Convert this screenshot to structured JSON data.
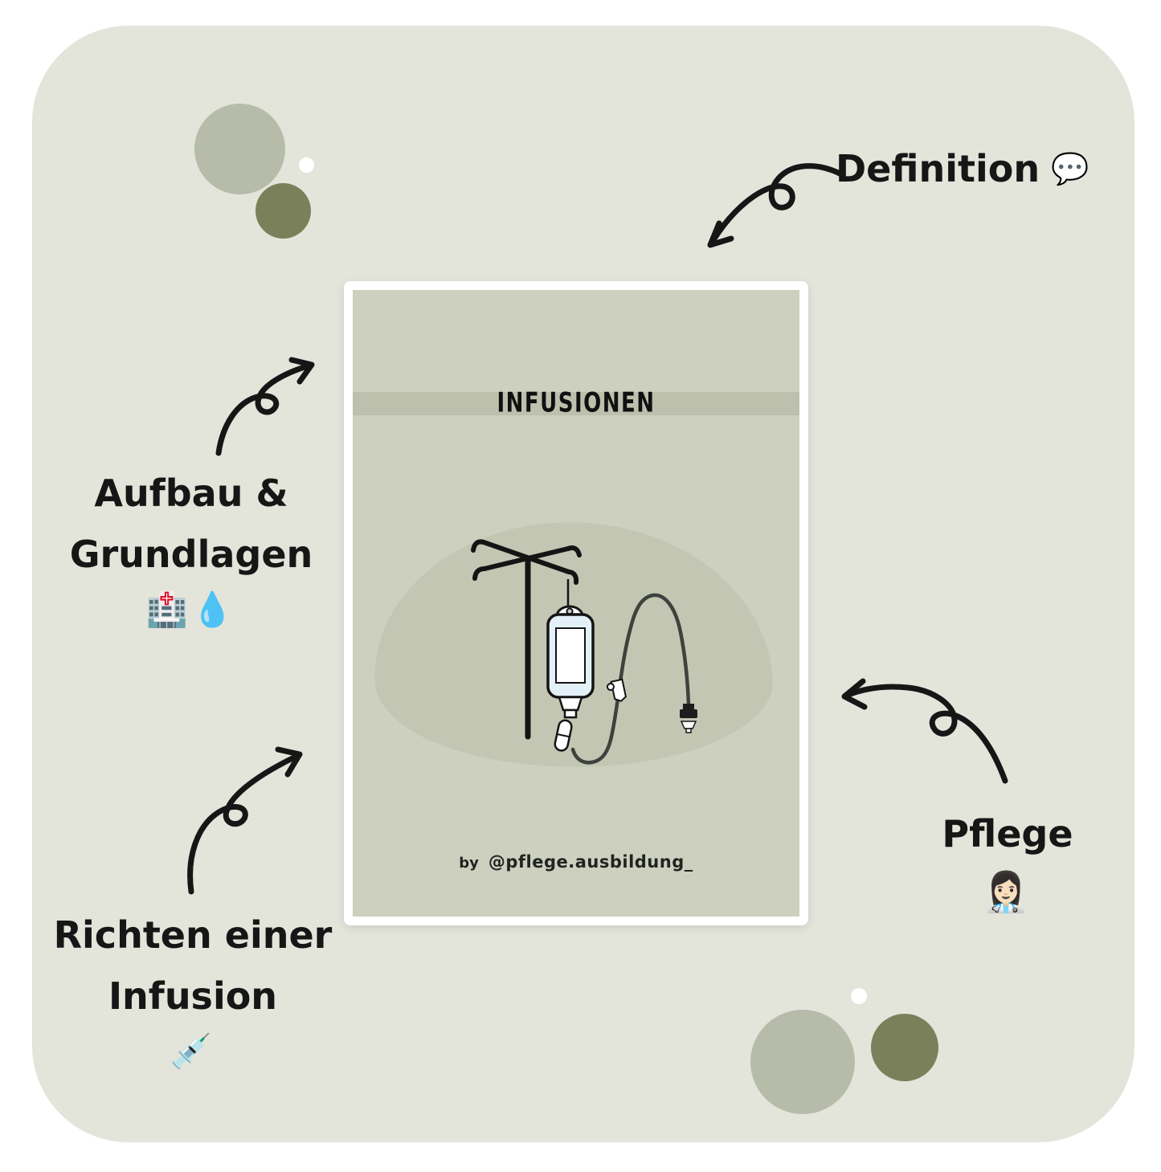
{
  "card": {
    "title": "INFUSIONEN",
    "byline_by": "by",
    "byline_handle": "@pflege.ausbildung_"
  },
  "topics": {
    "definition": {
      "label": "Definition",
      "emoji": "💬"
    },
    "aufbau": {
      "line1": "Aufbau &",
      "line2": "Grundlagen",
      "emoji": "🏥💧"
    },
    "richten": {
      "line1": "Richten einer",
      "line2": "Infusion",
      "emoji": "💉"
    },
    "pflege": {
      "label": "Pflege",
      "emoji": "👩🏻‍⚕️"
    }
  },
  "illustration": {
    "name": "iv-infusion-setup",
    "parts": [
      "iv-pole",
      "pole-hooks",
      "hanger-string",
      "infusion-bag",
      "bag-label",
      "bag-port",
      "drip-chamber",
      "tubing",
      "roller-clamp",
      "luer-connector"
    ]
  },
  "colors": {
    "panel": "#e3e4da",
    "card_bg": "#cdd0bf",
    "band": "#bcc0ad",
    "blob": "#c2c6b3",
    "circle_light": "#b6bca9",
    "circle_olive": "#7a815a",
    "ink": "#161616",
    "tubing": "#3d423c",
    "bag_fill": "#e3f0f8"
  }
}
